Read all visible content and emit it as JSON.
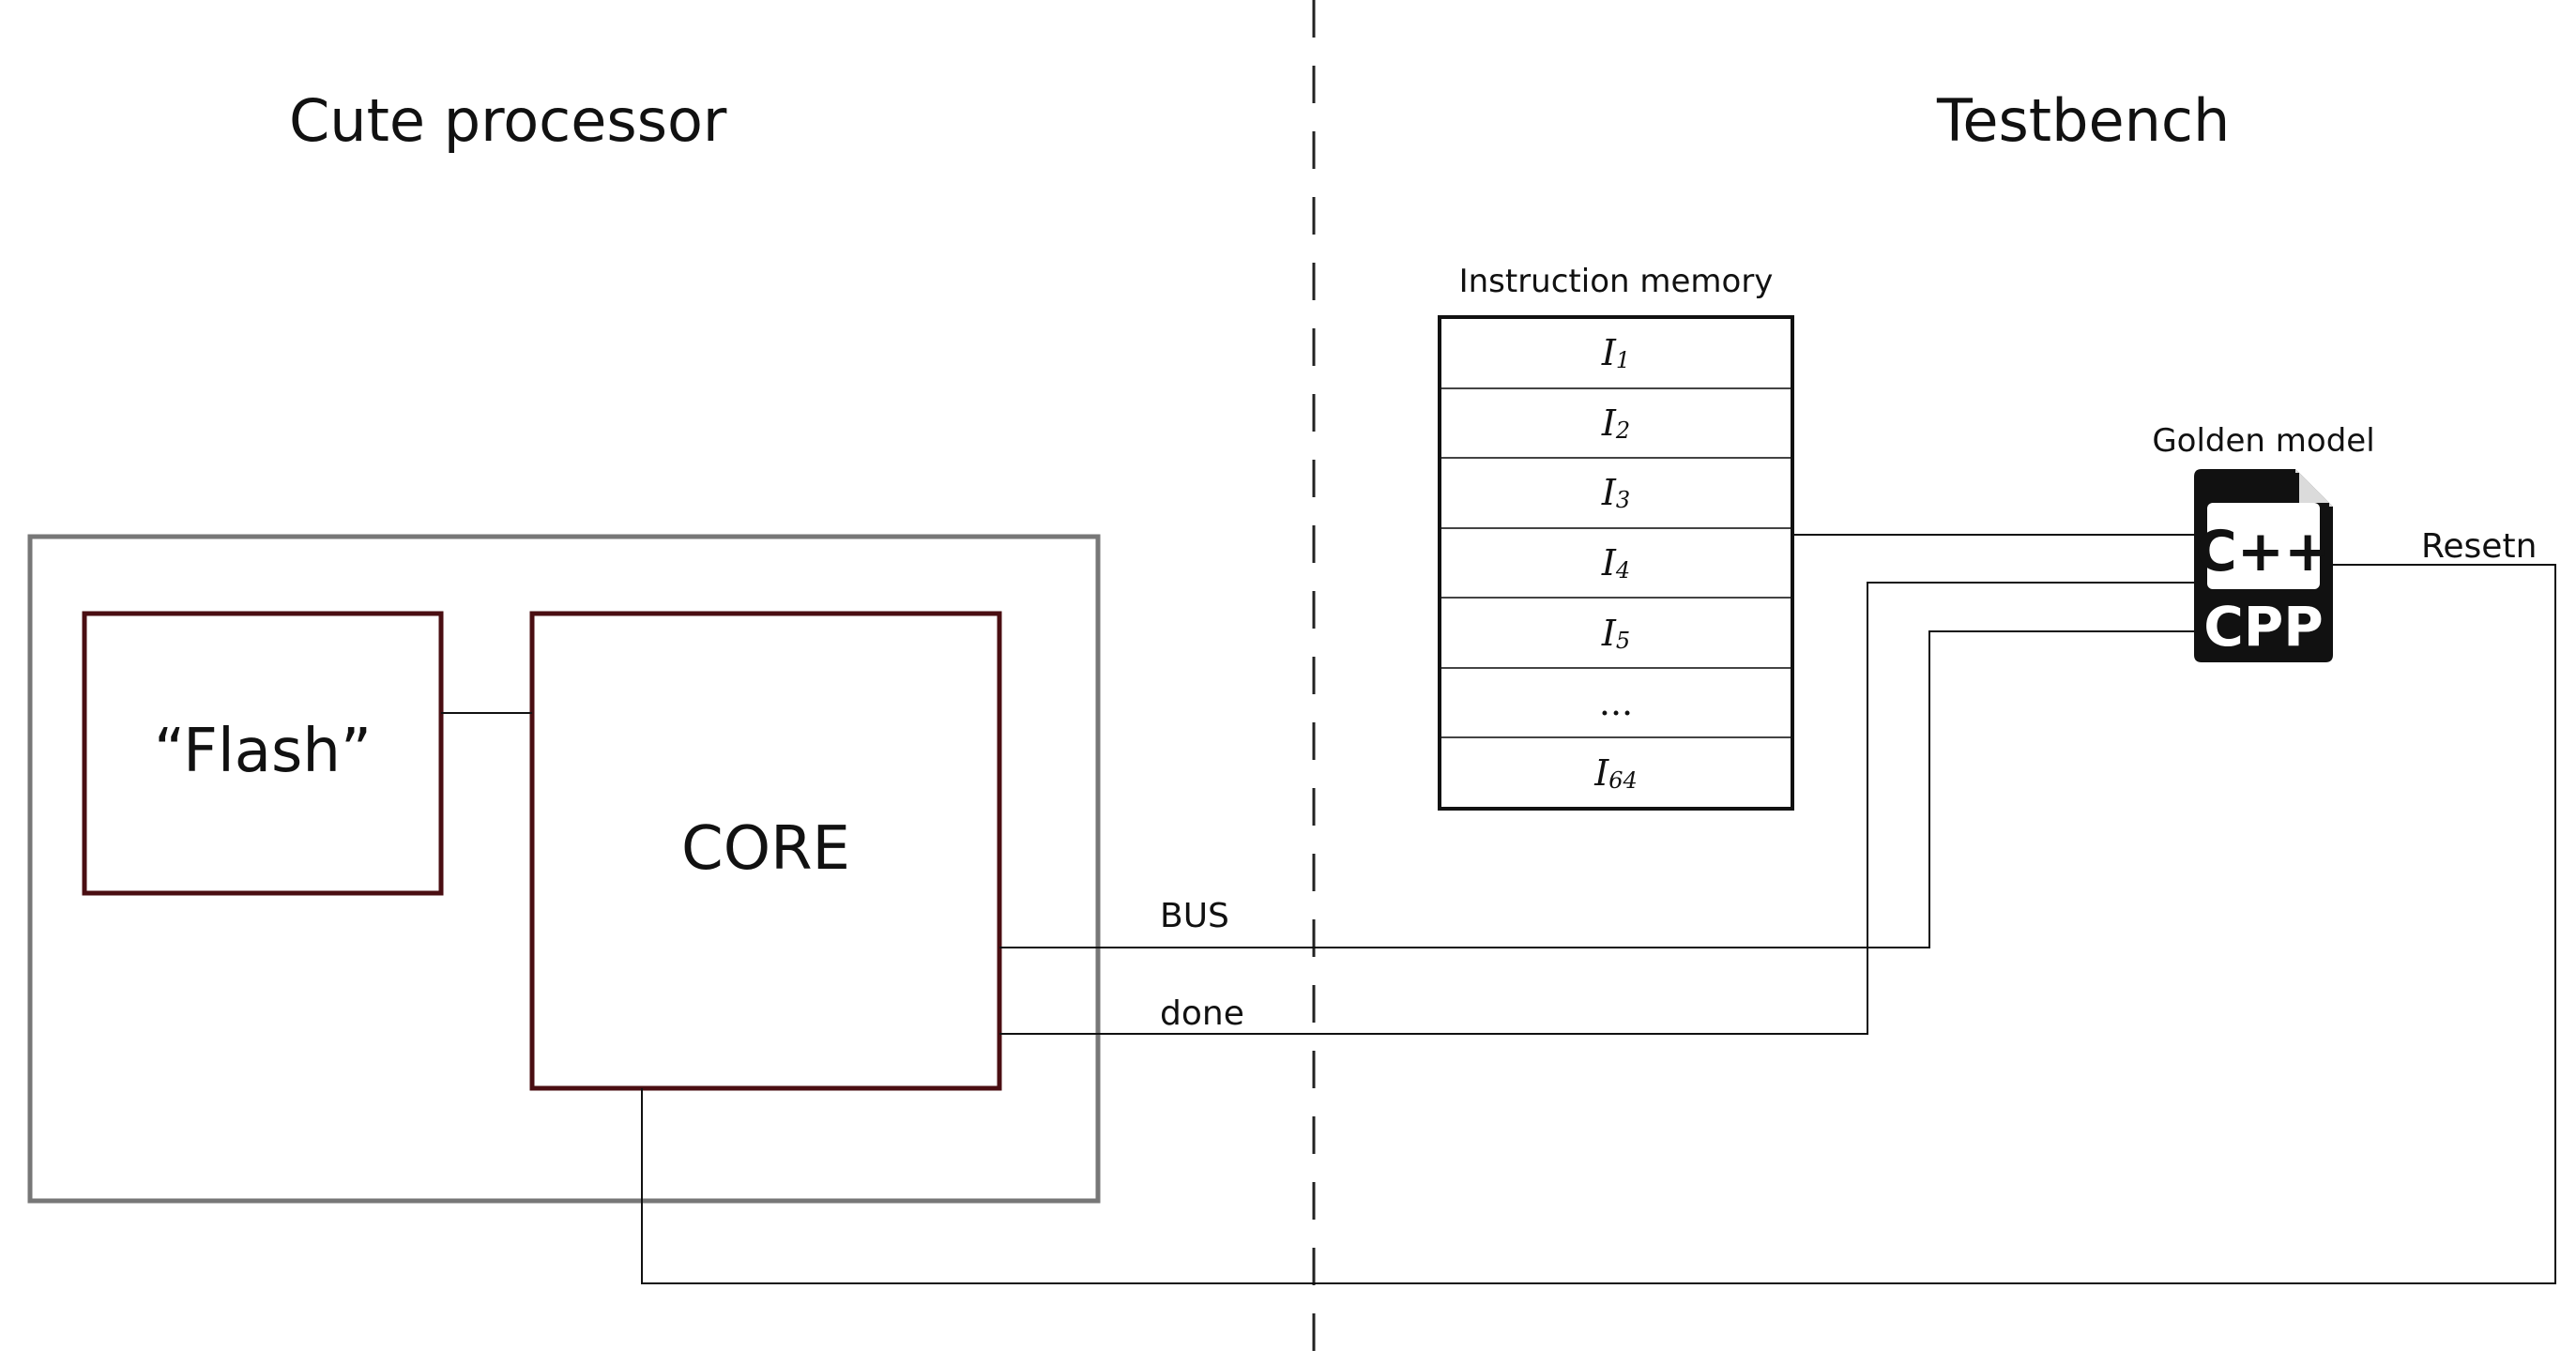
{
  "sections": {
    "left_title": "Cute processor",
    "right_title": "Testbench"
  },
  "blocks": {
    "flash_label": "“Flash”",
    "core_label": "CORE"
  },
  "memory": {
    "title": "Instruction memory",
    "rows": [
      {
        "base": "I",
        "sub": "1"
      },
      {
        "base": "I",
        "sub": "2"
      },
      {
        "base": "I",
        "sub": "3"
      },
      {
        "base": "I",
        "sub": "4"
      },
      {
        "base": "I",
        "sub": "5"
      },
      {
        "base": "...",
        "sub": ""
      },
      {
        "base": "I",
        "sub": "64"
      }
    ]
  },
  "golden_model": {
    "title": "Golden model",
    "icon": "cpp-file-icon",
    "icon_text_top": "C++",
    "icon_text_bottom": "CPP"
  },
  "signals": {
    "bus": "BUS",
    "done": "done",
    "resetn": "Resetn"
  },
  "colors": {
    "block_border": "#4a0e12",
    "outer_border": "#777777",
    "line": "#111111"
  }
}
